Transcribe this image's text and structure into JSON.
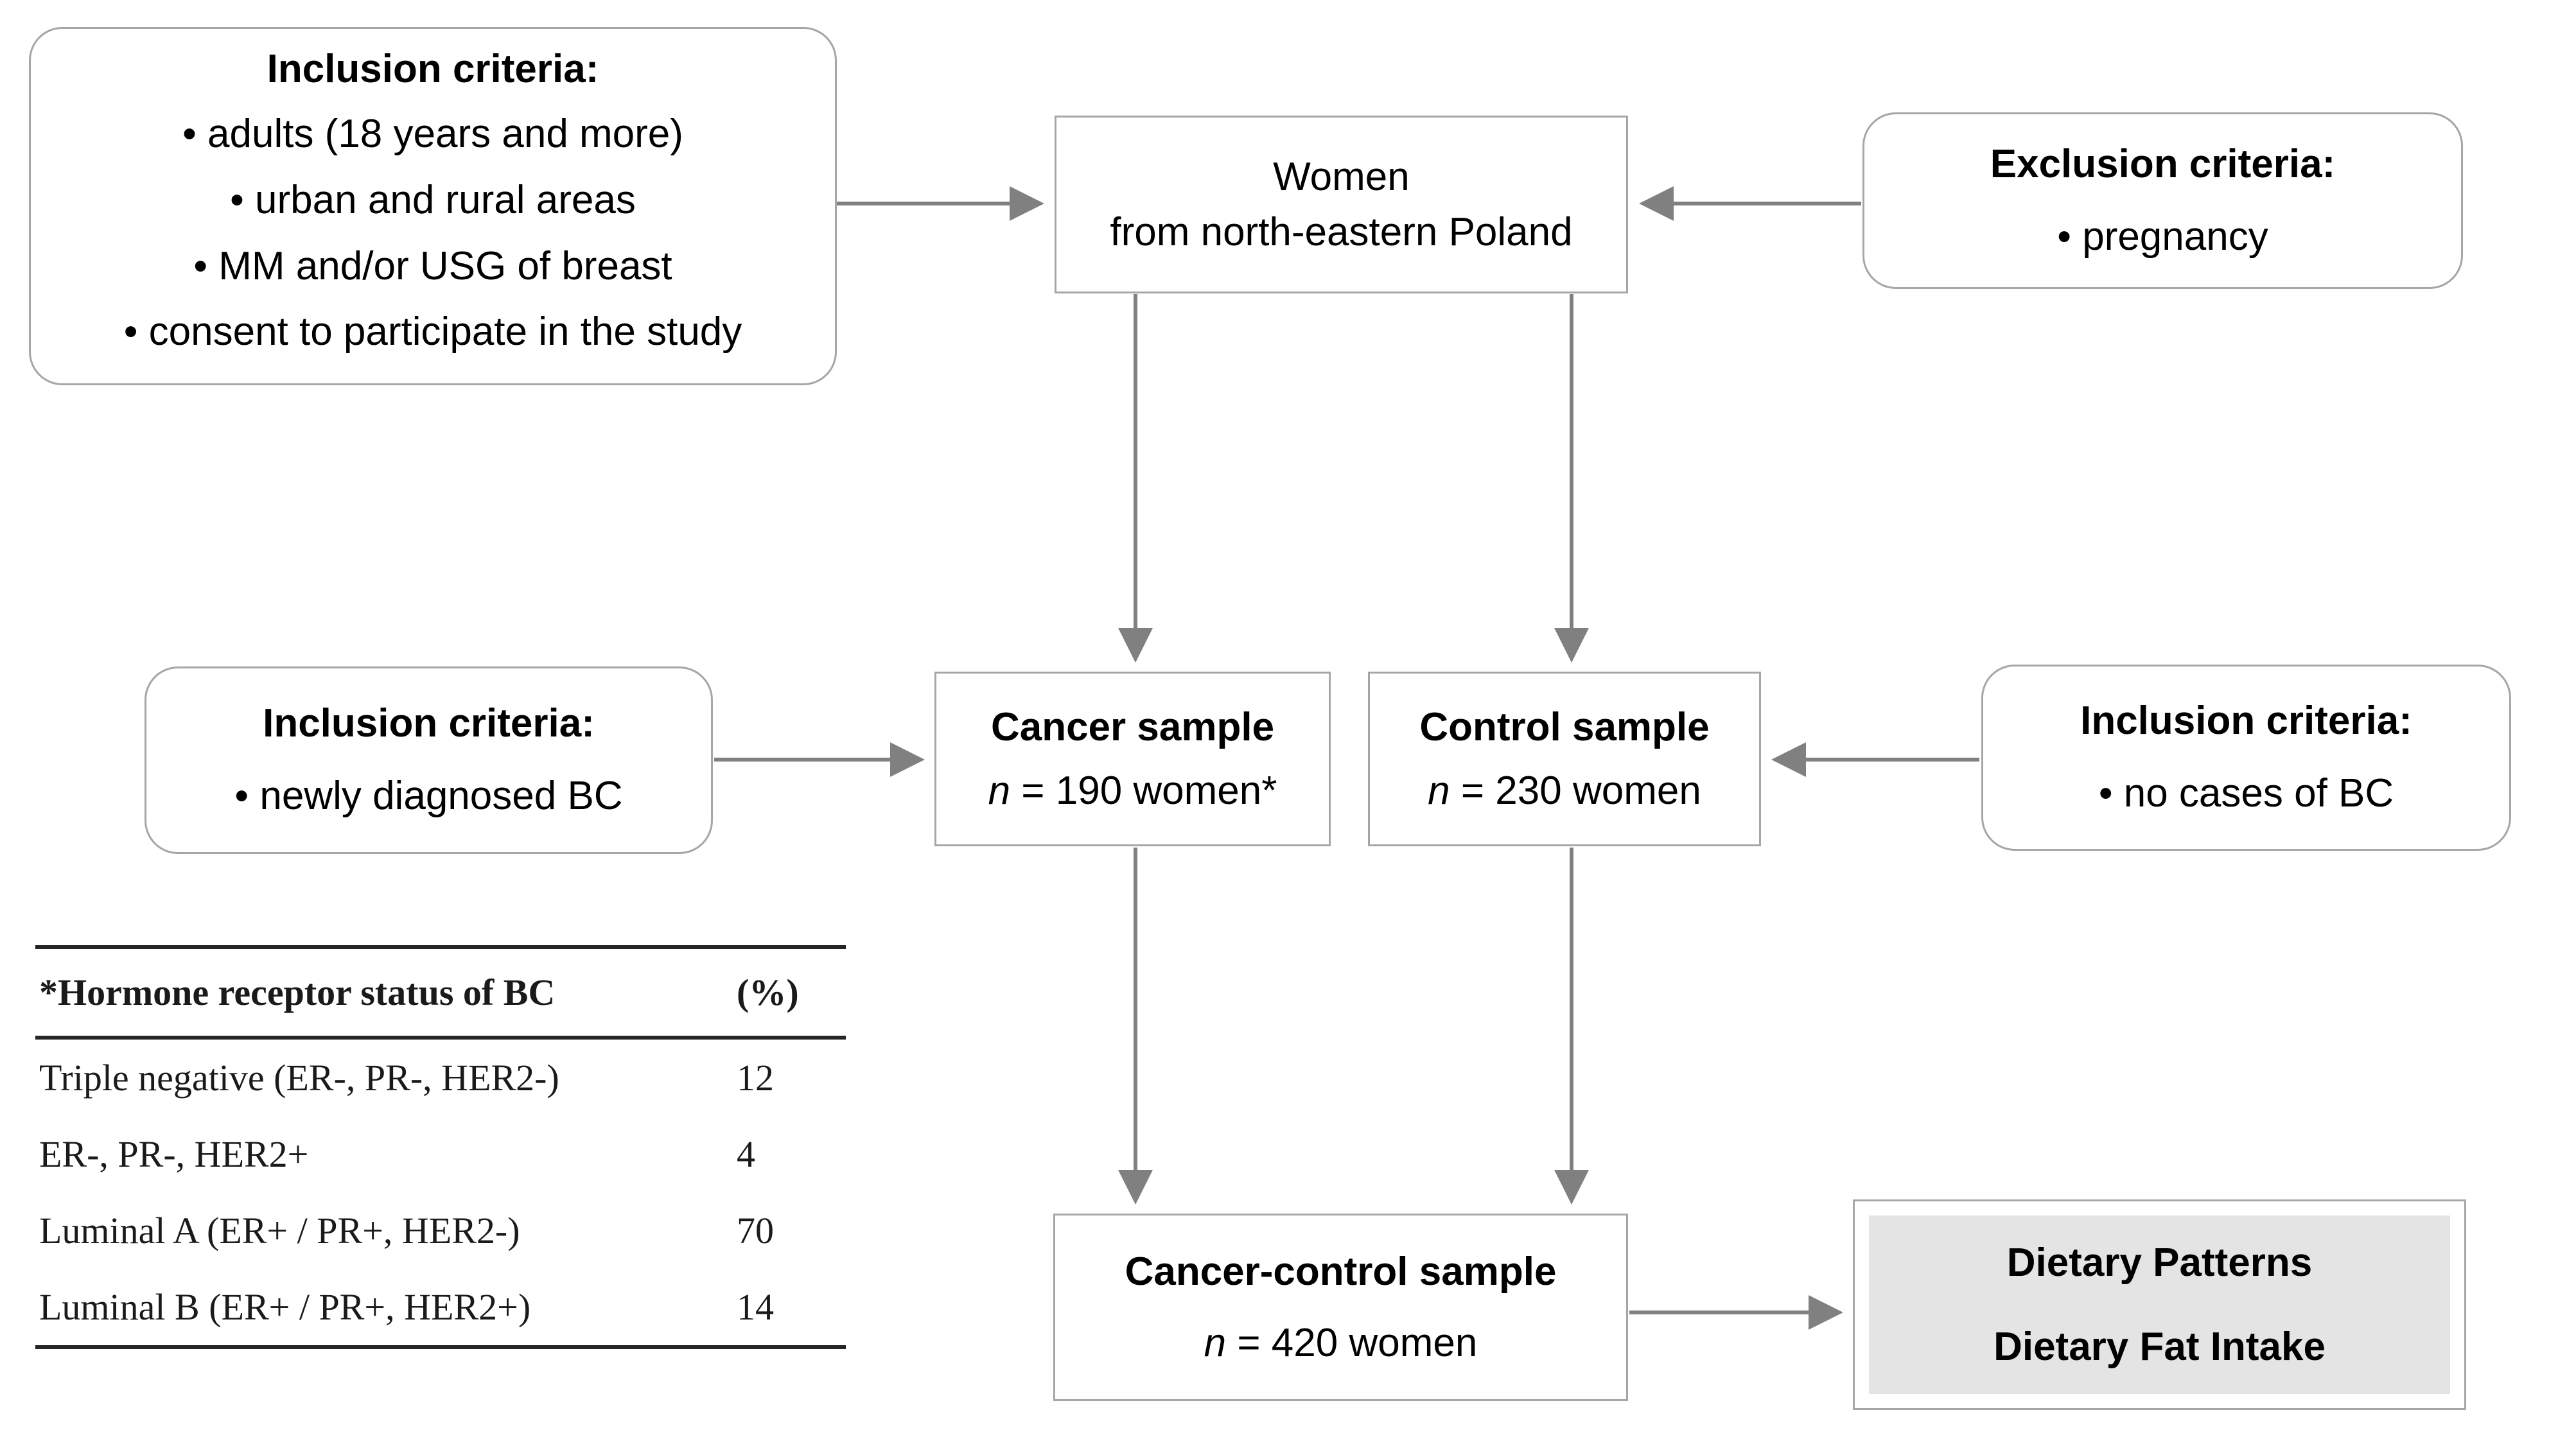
{
  "figure": {
    "type": "study-flow-diagram",
    "nodes": {
      "inclusion_top": {
        "title": "Inclusion criteria:",
        "items": [
          "• adults (18 years and more)",
          "• urban and rural areas",
          "• MM and/or USG of breast",
          "• consent to participate in the study"
        ]
      },
      "women": {
        "line1": "Women",
        "line2": "from north-eastern Poland"
      },
      "exclusion_top": {
        "title": "Exclusion criteria:",
        "items": [
          "• pregnancy"
        ]
      },
      "inclusion_cancer": {
        "title": "Inclusion criteria:",
        "items": [
          "• newly diagnosed BC"
        ]
      },
      "cancer_sample": {
        "title": "Cancer sample",
        "count_prefix": "n",
        "count_text": " = 190 women*"
      },
      "control_sample": {
        "title": "Control sample",
        "count_prefix": "n",
        "count_text": " = 230 women"
      },
      "inclusion_control": {
        "title": "Inclusion criteria:",
        "items": [
          "• no cases of BC"
        ]
      },
      "cancer_control_sample": {
        "title": "Cancer-control sample",
        "count_prefix": "n",
        "count_text": " = 420 women"
      },
      "outcome": {
        "line1": "Dietary Patterns",
        "line2": "Dietary Fat Intake"
      }
    },
    "table": {
      "columns": [
        "*Hormone receptor status of BC",
        "(%)"
      ],
      "rows": [
        {
          "label": "Triple negative  (ER-, PR-, HER2-)",
          "value": "12"
        },
        {
          "label": "ER-, PR-, HER2+",
          "value": "4"
        },
        {
          "label": "Luminal A (ER+ / PR+, HER2-)",
          "value": "70"
        },
        {
          "label": "Luminal B (ER+ / PR+, HER2+)",
          "value": "14"
        }
      ]
    },
    "colors": {
      "box_border": "#a6a6a6",
      "arrow": "#808080",
      "outcome_fill": "#e4e4e4",
      "table_rule": "#262626",
      "text": "#000000",
      "background": "#ffffff"
    }
  }
}
